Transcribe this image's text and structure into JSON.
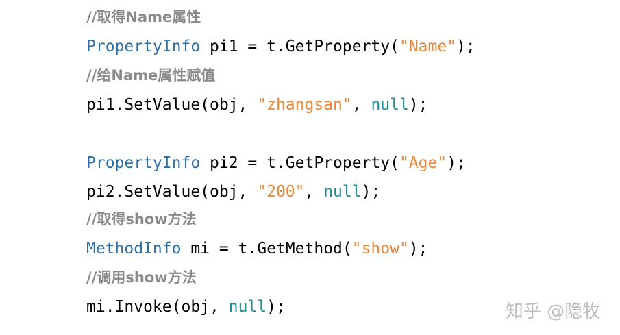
{
  "lines": [
    {
      "tokens": [
        {
          "text": "//取得Name属性",
          "kind": "com"
        }
      ]
    },
    {
      "tokens": [
        {
          "text": "PropertyInfo",
          "kind": "type"
        },
        {
          "text": " pi1 = t.GetProperty(",
          "kind": "plain"
        },
        {
          "text": "\"Name\"",
          "kind": "str"
        },
        {
          "text": ");",
          "kind": "plain"
        }
      ]
    },
    {
      "tokens": [
        {
          "text": "//给Name属性赋值",
          "kind": "com"
        }
      ]
    },
    {
      "tokens": [
        {
          "text": "pi1.SetValue(obj, ",
          "kind": "plain"
        },
        {
          "text": "\"zhangsan\"",
          "kind": "str"
        },
        {
          "text": ", ",
          "kind": "plain"
        },
        {
          "text": "null",
          "kind": "kw"
        },
        {
          "text": ");",
          "kind": "plain"
        }
      ]
    },
    {
      "tokens": [
        {
          "text": "PropertyInfo",
          "kind": "type"
        },
        {
          "text": " pi2 = t.GetProperty(",
          "kind": "plain"
        },
        {
          "text": "\"Age\"",
          "kind": "str"
        },
        {
          "text": ");",
          "kind": "plain"
        }
      ]
    },
    {
      "tokens": [
        {
          "text": "pi2.SetValue(obj, ",
          "kind": "plain"
        },
        {
          "text": "\"200\"",
          "kind": "str"
        },
        {
          "text": ", ",
          "kind": "plain"
        },
        {
          "text": "null",
          "kind": "kw"
        },
        {
          "text": ");",
          "kind": "plain"
        }
      ]
    },
    {
      "tokens": [
        {
          "text": "//取得show方法",
          "kind": "com"
        }
      ]
    },
    {
      "tokens": [
        {
          "text": "MethodInfo",
          "kind": "type"
        },
        {
          "text": " mi = t.GetMethod(",
          "kind": "plain"
        },
        {
          "text": "\"show\"",
          "kind": "str"
        },
        {
          "text": ");",
          "kind": "plain"
        }
      ]
    },
    {
      "tokens": [
        {
          "text": "//调用show方法",
          "kind": "com"
        }
      ]
    },
    {
      "tokens": [
        {
          "text": "mi.Invoke(obj, ",
          "kind": "plain"
        },
        {
          "text": "null",
          "kind": "kw"
        },
        {
          "text": ");",
          "kind": "plain"
        }
      ]
    }
  ],
  "watermark": "知乎 @隐牧",
  "colors": {
    "type": "#2b6fa8",
    "string": "#e8873a",
    "keyword": "#1f8d91",
    "comment": "#8a8a8a",
    "plain": "#000000",
    "watermark": "#bdbdbd"
  }
}
